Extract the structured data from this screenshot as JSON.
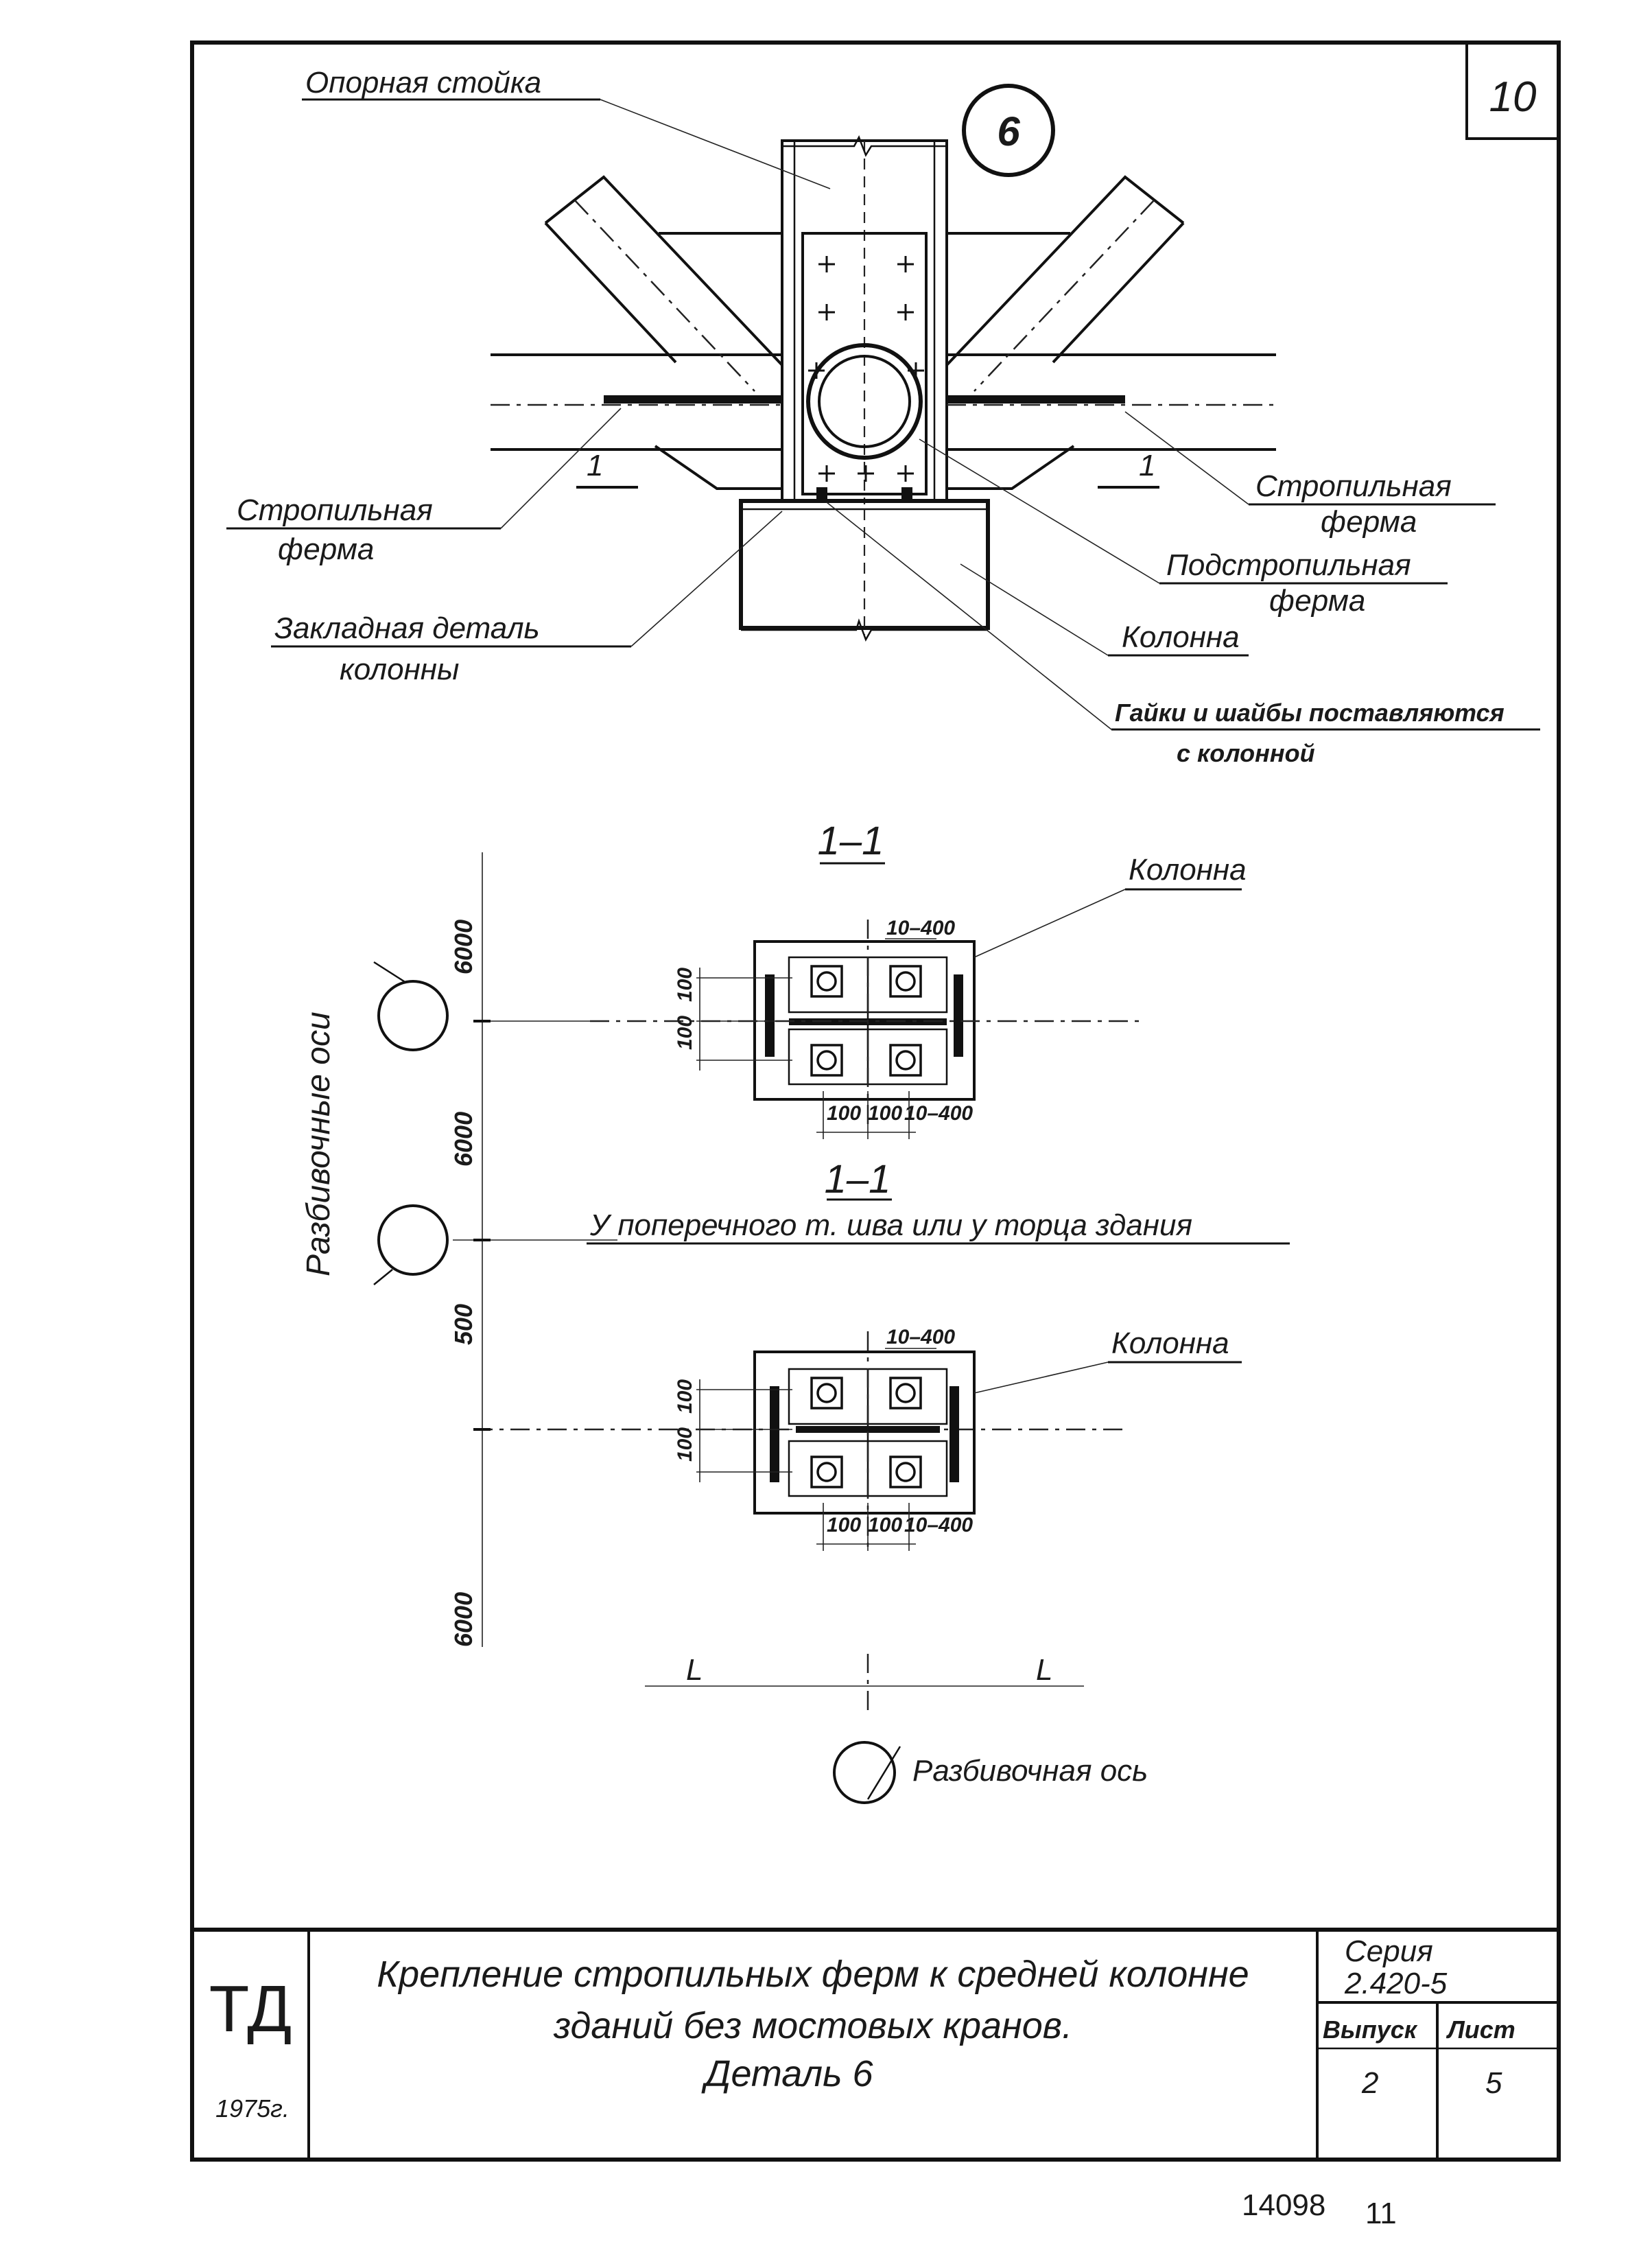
{
  "sheet_number": "10",
  "detail_marker": "6",
  "labels": {
    "support_post": "Опорная стойка",
    "truss_left": "Стропильная ферма",
    "truss_right": "Стропильная ферма",
    "sub_truss": "Подстропильная ферма",
    "column": "Колонна",
    "embedded_part": "Закладная деталь колонны",
    "nuts_note": "Гайки и шайбы поставляются с колонной",
    "section_mark": "1",
    "section_title_1": "1–1",
    "section_title_2": "1–1",
    "section_subtitle_2": "У поперечного т. шва или у торца здания",
    "column_s1": "Колонна",
    "column_s2": "Колонна",
    "setting_out_axes": "Разбивочные оси",
    "setting_out_axis": "Разбивочная ось",
    "span_left": "L",
    "span_right": "L"
  },
  "dimensions": {
    "s1_spacing_top": "6000",
    "s1_spacing_bottom": "6000",
    "s2_offset": "500",
    "s2_spacing_bottom": "6000",
    "s1_plate_top": "10–400",
    "s1_plate_bottom": "10–400",
    "s1_v_upper": "100",
    "s1_v_lower": "100",
    "s1_h_left": "100",
    "s1_h_right": "100",
    "s2_plate_top": "10–400",
    "s2_plate_bottom": "10–400",
    "s2_v_upper": "100",
    "s2_v_lower": "100",
    "s2_h_left": "100",
    "s2_h_right": "100"
  },
  "title_block": {
    "org": "ТД",
    "year": "1975г.",
    "title_line1": "Крепление стропильных ферм к средней колонне",
    "title_line2": "зданий без мостовых кранов.",
    "title_line3": "Деталь 6",
    "series_label": "Серия",
    "series_value": "2.420-5",
    "issue_label": "Выпуск",
    "issue_value": "2",
    "sheet_label": "Лист",
    "sheet_value": "5"
  },
  "footer": {
    "doc_number": "14098",
    "page_number": "11"
  }
}
